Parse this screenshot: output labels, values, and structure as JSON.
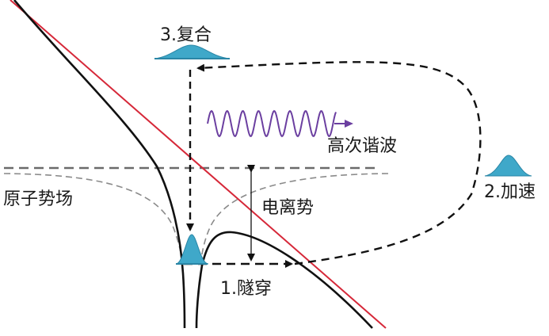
{
  "labels": {
    "recombine": "3.复合",
    "hhg": "高次谐波",
    "atomic_potential": "原子势场",
    "ionization_potential": "电离势",
    "acceleration": "2.加速",
    "tunneling": "1.隧穿"
  },
  "colors": {
    "field_line": "#d62839",
    "potential_curve": "#111111",
    "dashed_reference": "#6b6b6b",
    "dashed_undistorted": "#8a8a8a",
    "trajectory": "#111111",
    "electron_packet": "#3fa8c9",
    "harmonic_wave": "#6b3fa0"
  }
}
